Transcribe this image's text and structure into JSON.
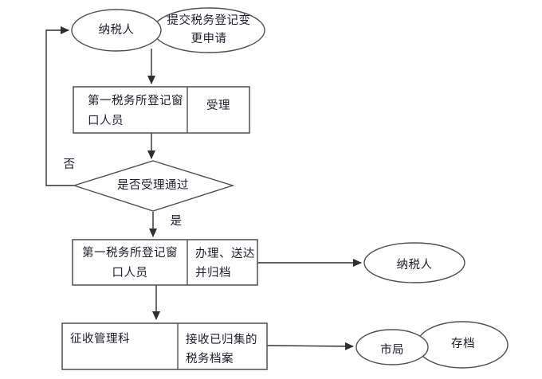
{
  "colors": {
    "background": "#ffffff",
    "line": "#2f2f2f",
    "shape_stroke": "#4f4f4f",
    "text": "#1d1d2b"
  },
  "flowchart": {
    "start": {
      "actor": "纳税人",
      "action": "提交税务登记变\n更申请"
    },
    "accept": {
      "actor": "第一税务所登记窗\n口人员",
      "action": "受理"
    },
    "decision": {
      "question": "是否受理通过",
      "no": "否",
      "yes": "是"
    },
    "handle": {
      "actor": "第一税务所登记窗\n口人员",
      "action": "办理、送达\n并归档",
      "recipient": "纳税人"
    },
    "archive": {
      "actor": "征收管理科",
      "action": "接收已归集的\n税务档案",
      "bureau": "市局",
      "store": "存档"
    }
  }
}
